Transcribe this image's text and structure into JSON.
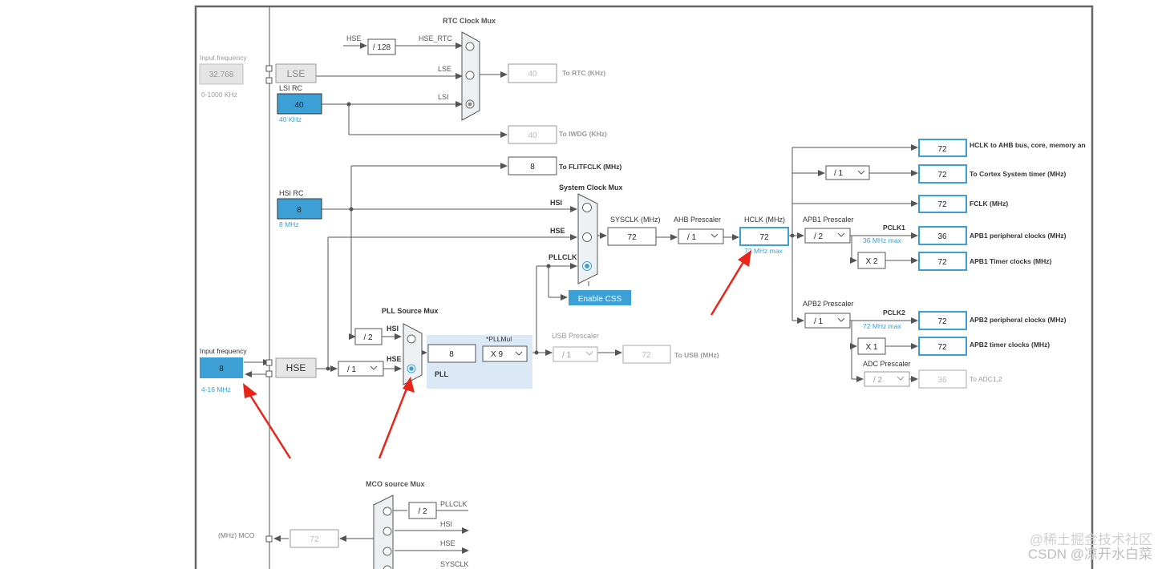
{
  "rtc_mux": {
    "title": "RTC Clock Mux",
    "hse_label": "HSE",
    "div_128": "/ 128",
    "hse_rtc": "HSE_RTC",
    "lse": "LSE",
    "lsi": "LSI"
  },
  "lse": {
    "input_label": "Input frequency",
    "freq": "32.768",
    "range": "0-1000 KHz",
    "block": "LSE"
  },
  "lsi": {
    "title": "LSI RC",
    "value": "40",
    "unit": "40 KHz"
  },
  "rtc_out": {
    "value": "40",
    "label": "To RTC (KHz)"
  },
  "iwdg_out": {
    "value": "40",
    "label": "To IWDG (KHz)"
  },
  "flitf_out": {
    "value": "8",
    "label": "To FLITFCLK (MHz)"
  },
  "hsi": {
    "title": "HSI RC",
    "value": "8",
    "unit": "8 MHz"
  },
  "sys_mux": {
    "title": "System Clock Mux",
    "hsi": "HSI",
    "hse": "HSE",
    "pllclk": "PLLCLK"
  },
  "sysclk": {
    "label": "SYSCLK (MHz)",
    "value": "72"
  },
  "ahb": {
    "label": "AHB Prescaler",
    "value": "/ 1"
  },
  "hclk": {
    "label": "HCLK (MHz)",
    "value": "72",
    "max": "72 MHz max"
  },
  "css_button": "Enable CSS",
  "outputs": {
    "ahb": {
      "value": "72",
      "label": "HCLK to AHB bus, core, memory and DMA (MHz)"
    },
    "cortex": {
      "div": "/ 1",
      "value": "72",
      "label": "To Cortex System timer (MHz)"
    },
    "fclk": {
      "value": "72",
      "label": "FCLK (MHz)"
    }
  },
  "apb1": {
    "label": "APB1 Prescaler",
    "value": "/ 2",
    "pclk": "PCLK1",
    "max": "36 MHz max",
    "periph": "36",
    "periph_label": "APB1 peripheral clocks (MHz)",
    "mult": "X 2",
    "timer": "72",
    "timer_label": "APB1 Timer clocks (MHz)"
  },
  "apb2": {
    "label": "APB2 Prescaler",
    "value": "/ 1",
    "pclk": "PCLK2",
    "max": "72 MHz max",
    "periph": "72",
    "periph_label": "APB2 peripheral clocks (MHz)",
    "mult": "X 1",
    "timer": "72",
    "timer_label": "APB2 timer clocks (MHz)"
  },
  "adc": {
    "label": "ADC Prescaler",
    "value": "/ 2",
    "out": "36",
    "out_label": "To ADC1,2"
  },
  "hse": {
    "input_label": "Input frequency",
    "value": "8",
    "range": "4-16 MHz",
    "block": "HSE",
    "div_value": "/ 1"
  },
  "pll_src_mux": {
    "title": "PLL Source Mux",
    "div2": "/ 2",
    "hsi": "HSI",
    "hse": "HSE"
  },
  "pll": {
    "input": "8",
    "mul_label": "*PLLMul",
    "mul": "X 9",
    "label": "PLL"
  },
  "usb": {
    "label": "USB Prescaler",
    "value": "/ 1",
    "out": "72",
    "out_label": "To USB (MHz)"
  },
  "mco": {
    "title": "MCO source Mux",
    "div2": "/ 2",
    "pllclk": "PLLCLK",
    "hsi": "HSI",
    "hse": "HSE",
    "sysclk": "SYSCLK",
    "label": "(MHz) MCO",
    "value": "72"
  },
  "watermark": {
    "line1": "@稀土掘金技术社区",
    "line2": "CSDN @凉开水白菜"
  },
  "colors": {
    "accent": "#3ca0d6",
    "line": "#555555",
    "arrow_red": "#e8251b",
    "pll_panel": "#dbe8f5",
    "disabled": "#c8c8c8"
  }
}
